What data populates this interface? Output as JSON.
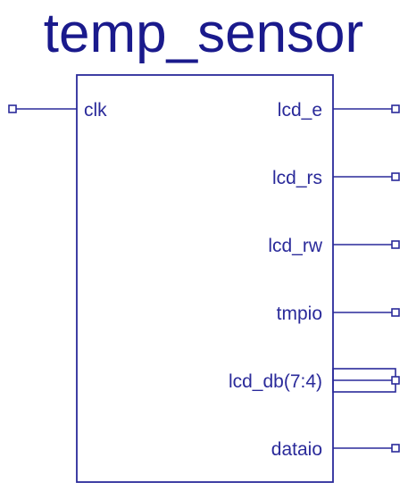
{
  "symbol": {
    "title": "temp_sensor",
    "color": "#2a2a9a",
    "inputs": [
      {
        "name": "clk",
        "bus": false
      }
    ],
    "outputs": [
      {
        "name": "lcd_e",
        "bus": false
      },
      {
        "name": "lcd_rs",
        "bus": false
      },
      {
        "name": "lcd_rw",
        "bus": false
      },
      {
        "name": "tmpio",
        "bus": false
      },
      {
        "name": "lcd_db(7:4)",
        "bus": true
      },
      {
        "name": "dataio",
        "bus": false
      }
    ]
  }
}
